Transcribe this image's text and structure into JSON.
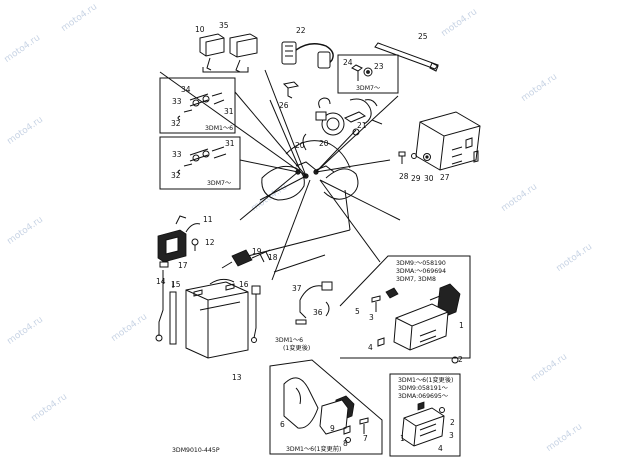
{
  "watermark": "moto4.ru",
  "callouts": {
    "c10": "10",
    "c35": "35",
    "c22": "22",
    "c25": "25",
    "c24": "24",
    "c23": "23",
    "c26": "26",
    "c21": "21",
    "c20a": "20",
    "c20b": "20",
    "c34": "34",
    "c33a": "33",
    "c31a": "31",
    "c32a": "32",
    "c33b": "33",
    "c31b": "31",
    "c32b": "32",
    "c28": "28",
    "c29": "29",
    "c30": "30",
    "c27": "27",
    "c11": "11",
    "c12": "12",
    "c19": "19",
    "c17": "17",
    "c18": "18",
    "c15": "15",
    "c16": "16",
    "c14": "14",
    "c13": "13",
    "c37": "37",
    "c36": "36",
    "c5": "5",
    "c3a": "3",
    "c1a": "1",
    "c4a": "4",
    "c2a": "2",
    "c6": "6",
    "c9": "9",
    "c8": "8",
    "c7": "7",
    "c1b": "1",
    "c2b": "2",
    "c4b": "4",
    "c3b": "3"
  },
  "notes": {
    "inset_top_right": "3DM7～",
    "inset_left_a": "3DM1～6",
    "inset_left_b": "3DM7～",
    "serial_1": "3DM9:～058190",
    "serial_2": "3DMA:～069694",
    "serial_3": "3DM7, 3DM8",
    "mid_note_1": "3DM1～6",
    "mid_note_2": "(1変更後)",
    "lower_right_1": "3DM1～6(1変更後)",
    "lower_right_2": "3DM9:058191～",
    "lower_right_3": "3DMA:069695～",
    "bottom_left_note": "3DM1～6(1変更前)",
    "part_code": "3DM9010-445P"
  }
}
